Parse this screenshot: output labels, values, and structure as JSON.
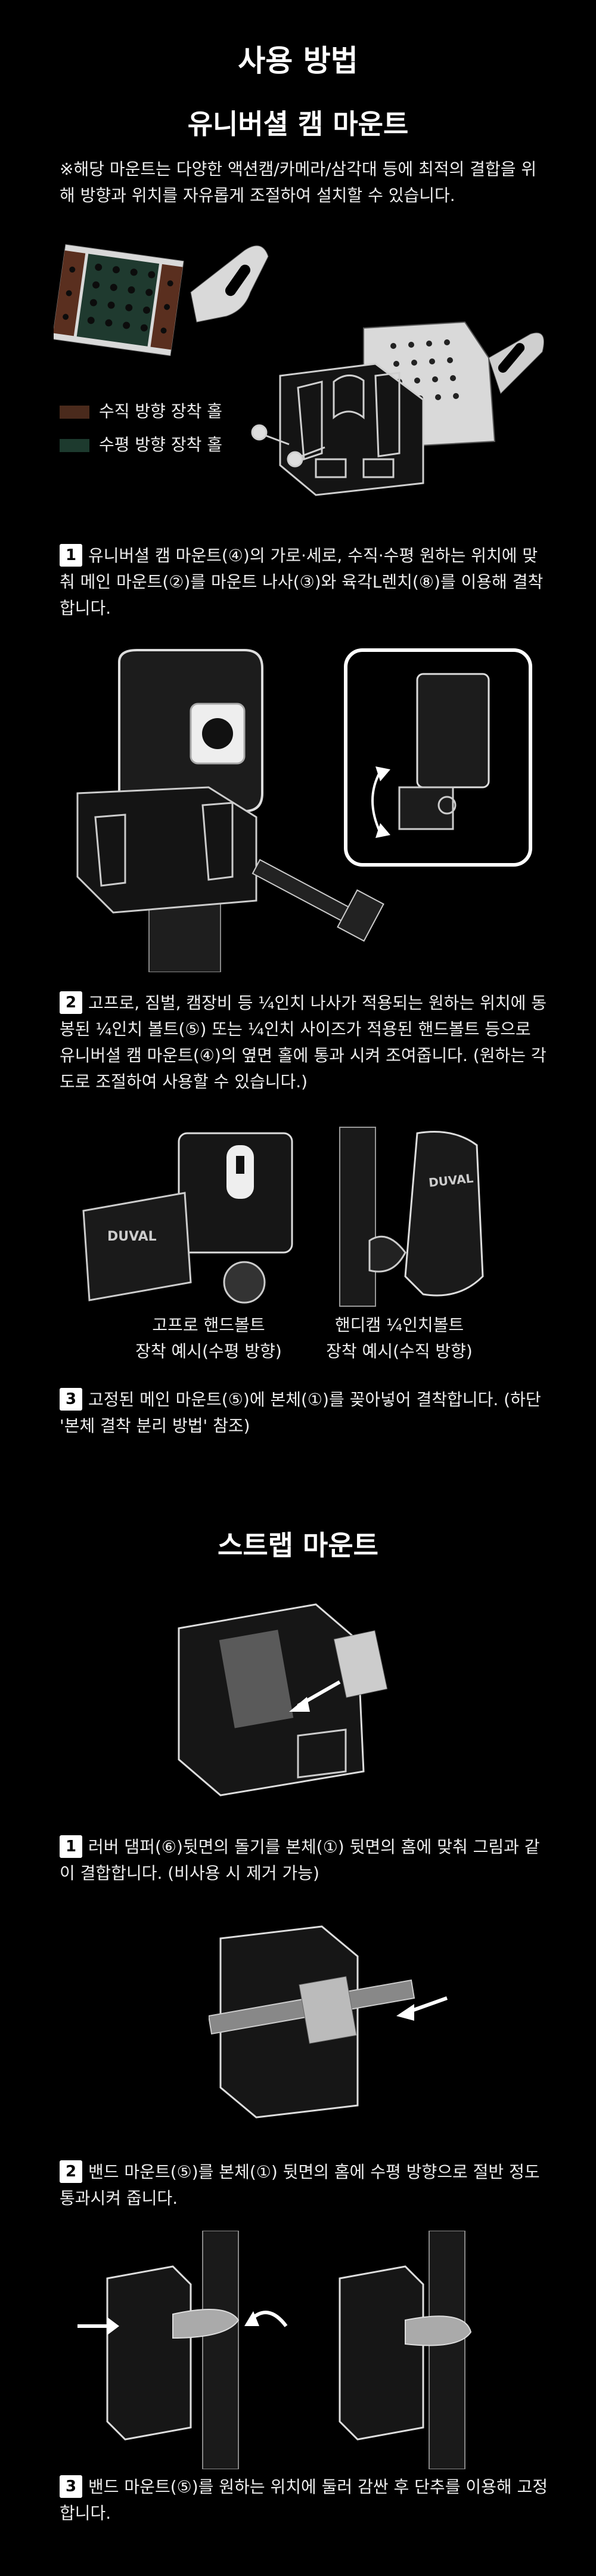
{
  "page_title": "사용 방법",
  "section1": {
    "title": "유니버셜 캠 마운트",
    "intro": "※해당 마운트는 다양한 액션캠/카메라/삼각대 등에 최적의 결합을 위해 방향과 위치를 자유롭게 조절하여 설치할 수 있습니다.",
    "legend": [
      {
        "label": "수직 방향 장착 홀",
        "color": "#4a2a1c"
      },
      {
        "label": "수평 방향 장착 홀",
        "color": "#1d3a2e"
      }
    ],
    "steps": [
      {
        "num": "1",
        "text": "유니버셜 캠 마운트(④)의 가로·세로, 수직·수평 원하는 위치에 맞춰 메인 마운트(②)를 마운트 나사(③)와 육각L렌치(⑧)를 이용해 결착 합니다."
      },
      {
        "num": "2",
        "text": "고프로, 짐벌, 캠장비 등 ¼인치 나사가 적용되는 원하는 위치에 동봉된 ¼인치 볼트(⑤) 또는 ¼인치 사이즈가 적용된 핸드볼트 등으로 유니버셜 캠 마운트(④)의 옆면 홀에 통과 시켜 조여줍니다. (원하는 각도로 조절하여 사용할 수 있습니다.)"
      },
      {
        "num": "3",
        "text": "고정된 메인 마운트(⑤)에 본체(①)를 꽂아넣어 결착합니다. (하단 '본체 결착 분리 방법' 참조)"
      }
    ],
    "captions": [
      {
        "line1": "고프로 핸드볼트",
        "line2": "장착 예시(수평 방향)"
      },
      {
        "line1": "핸디캠 ¼인치볼트",
        "line2": "장착 예시(수직 방향)"
      }
    ],
    "brand_logo": "DUVAL"
  },
  "section2": {
    "title": "스트랩 마운트",
    "steps": [
      {
        "num": "1",
        "text": "러버 댐퍼(⑥)뒷면의 돌기를 본체(①) 뒷면의 홈에 맞춰 그림과 같이 결합합니다. (비사용 시 제거 가능)"
      },
      {
        "num": "2",
        "text": "밴드 마운트(⑤)를 본체(①) 뒷면의 홈에 수평 방향으로 절반 정도 통과시켜 줍니다."
      },
      {
        "num": "3",
        "text": "밴드 마운트(⑤)를 원하는 위치에 둘러 감싼 후 단추를 이용해 고정합니다."
      }
    ]
  },
  "colors": {
    "background": "#000000",
    "text": "#f2f2f2",
    "device_dark": "#1c1c1c",
    "outline": "#cfcfcf"
  }
}
